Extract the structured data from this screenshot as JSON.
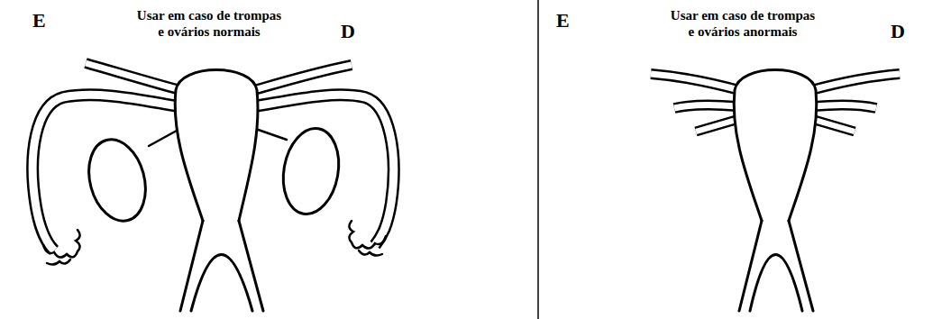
{
  "diagram": {
    "labels": [
      "E",
      "Usar em caso de trompas e ovários normais",
      "D",
      "E",
      "Usar em caso de trompas e ovários anormais",
      "D"
    ]
  }
}
